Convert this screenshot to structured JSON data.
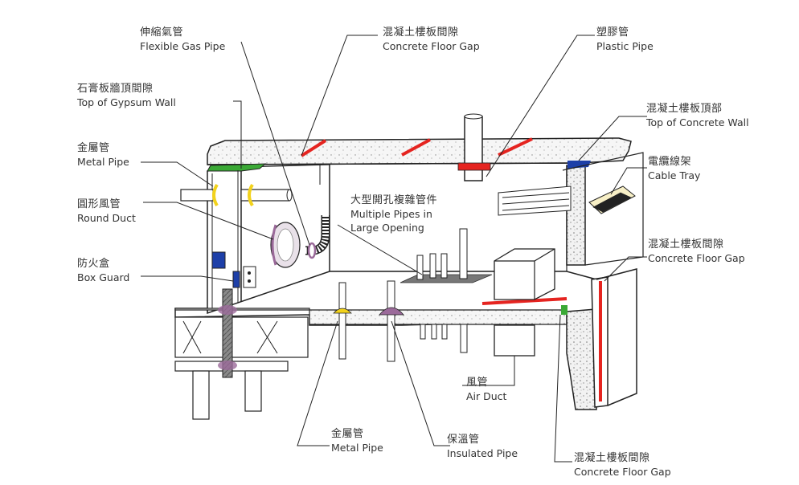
{
  "labels": {
    "flexible_gas_pipe": {
      "zh": "伸縮氣管",
      "en": "Flexible Gas Pipe"
    },
    "concrete_floor_gap_top": {
      "zh": "混凝土樓板間隙",
      "en": "Concrete Floor Gap"
    },
    "plastic_pipe": {
      "zh": "塑膠管",
      "en": "Plastic Pipe"
    },
    "top_of_gypsum_wall": {
      "zh": "石膏板牆頂間隙",
      "en": "Top of Gypsum Wall"
    },
    "top_of_concrete_wall": {
      "zh": "混凝土樓板頂部",
      "en": "Top of Concrete  Wall"
    },
    "metal_pipe_left": {
      "zh": "金屬管",
      "en": "Metal Pipe"
    },
    "cable_tray": {
      "zh": "電纜線架",
      "en": "Cable Tray"
    },
    "round_duct": {
      "zh": "圓形風管",
      "en": "Round Duct"
    },
    "multiple_pipes": {
      "zh": "大型開孔複雜管件",
      "en1": "Multiple  Pipes in",
      "en2": "Large Opening"
    },
    "concrete_floor_gap_right": {
      "zh": "混凝土樓板間隙",
      "en": "Concrete Floor Gap"
    },
    "box_guard": {
      "zh": "防火盒",
      "en": "Box Guard"
    },
    "air_duct": {
      "zh": "風管",
      "en": "Air Duct"
    },
    "metal_pipe_bottom": {
      "zh": "金屬管",
      "en": "Metal Pipe"
    },
    "insulated_pipe": {
      "zh": "保溫管",
      "en": "Insulated Pipe"
    },
    "concrete_floor_gap_bottom": {
      "zh": "混凝土樓板間隙",
      "en": "Concrete Floor Gap"
    }
  },
  "colors": {
    "line": "#222222",
    "fire_red": "#e52420",
    "gypsum_green": "#3aa935",
    "seal_blue": "#1d3fa8",
    "seal_yellow": "#f2d21c",
    "seal_purple": "#9b6a9a",
    "concrete_fill": "#f4f4f4"
  }
}
